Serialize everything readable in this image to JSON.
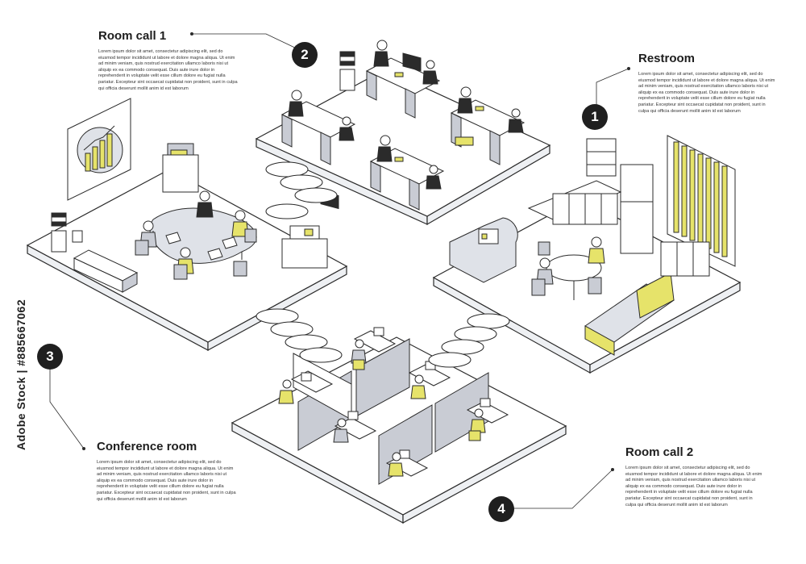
{
  "side_caption": "Adobe Stock | #885667062",
  "lorem": "Lorem ipsum dolor sit amet, consectetur adipiscing elit, sed do eiusmod tempor incididunt ut labore et dolore magna aliqua. Ut enim ad minim veniam, quis nostrud exercitation ullamco laboris nisi ut aliquip ex ea commodo consequat. Duis aute irure dolor in reprehenderit in voluptate velit esse cillum dolore eu fugiat nulla pariatur. Excepteur sint occaecat cupidatat non proident, sunt in culpa qui officia deserunt mollit anim id est laborum",
  "callouts": {
    "room_call_1": {
      "number": "2",
      "title": "Room call 1"
    },
    "restroom": {
      "number": "1",
      "title": "Restroom"
    },
    "conference_room": {
      "number": "3",
      "title": "Conference room"
    },
    "room_call_2": {
      "number": "4",
      "title": "Room call 2"
    }
  },
  "colors": {
    "accent": "#e6e36a",
    "outline": "#2b2b2b",
    "floor": "#ffffff",
    "gray": "#c9ccd4"
  }
}
